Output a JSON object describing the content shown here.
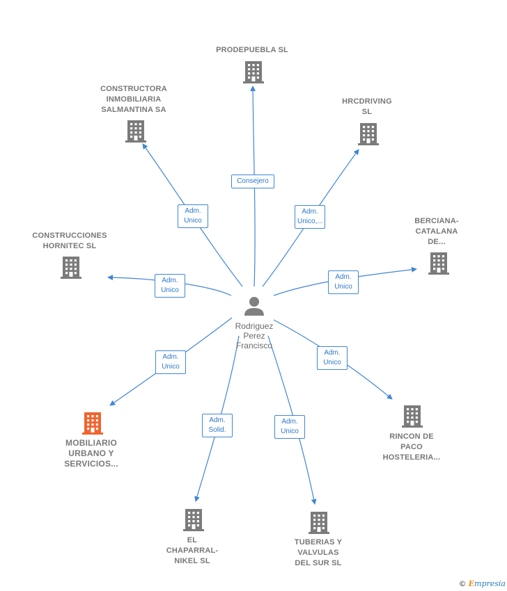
{
  "person": {
    "lines": [
      "Rodriguez",
      "Perez",
      "Francisco"
    ]
  },
  "companies": [
    {
      "id": "prodepuebla",
      "lines": [
        "PRODEPUEBLA SL"
      ]
    },
    {
      "id": "constructora",
      "lines": [
        "CONSTRUCTORA",
        "INMOBILIARIA",
        "SALMANTINA SA"
      ]
    },
    {
      "id": "hrcdriving",
      "lines": [
        "HRCDRIVING",
        "SL"
      ]
    },
    {
      "id": "hornitec",
      "lines": [
        "CONSTRUCCIONES",
        "HORNITEC SL"
      ]
    },
    {
      "id": "berciana",
      "lines": [
        "BERCIANA-",
        "CATALANA",
        "DE..."
      ]
    },
    {
      "id": "mobiliario",
      "lines": [
        "MOBILIARIO",
        "URBANO Y",
        "SERVICIOS..."
      ],
      "highlight": true
    },
    {
      "id": "rincon",
      "lines": [
        "RINCON DE",
        "PACO",
        "HOSTELERIA..."
      ]
    },
    {
      "id": "chaparral",
      "lines": [
        "EL",
        "CHAPARRAL-",
        "NIKEL  SL"
      ]
    },
    {
      "id": "tuberias",
      "lines": [
        "TUBERIAS Y",
        "VALVULAS",
        "DEL SUR SL"
      ]
    }
  ],
  "relations": [
    {
      "target": "prodepuebla",
      "lines": [
        "Consejero"
      ]
    },
    {
      "target": "constructora",
      "lines": [
        "Adm.",
        "Unico"
      ]
    },
    {
      "target": "hrcdriving",
      "lines": [
        "Adm.",
        "Unico,..."
      ]
    },
    {
      "target": "hornitec",
      "lines": [
        "Adm.",
        "Unico"
      ]
    },
    {
      "target": "berciana",
      "lines": [
        "Adm.",
        "Unico"
      ]
    },
    {
      "target": "mobiliario",
      "lines": [
        "Adm.",
        "Unico"
      ]
    },
    {
      "target": "rincon",
      "lines": [
        "Adm.",
        "Unico"
      ]
    },
    {
      "target": "chaparral",
      "lines": [
        "Adm.",
        "Solid."
      ]
    },
    {
      "target": "tuberias",
      "lines": [
        "Adm.",
        "Unico"
      ]
    }
  ],
  "colors": {
    "edge": "#3f86d6",
    "building": "#7b7b7b",
    "highlight": "#f0642e",
    "person": "#808080"
  },
  "footer": {
    "copyright": "©",
    "brand_initial": "E",
    "brand_rest": "mpresia"
  }
}
